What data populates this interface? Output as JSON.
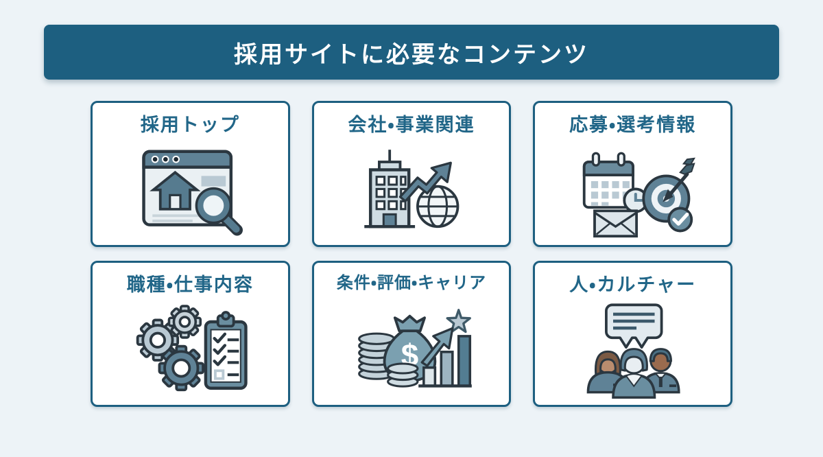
{
  "header": {
    "title": "採用サイトに必要なコンテンツ"
  },
  "cards": [
    {
      "label": "採用トップ",
      "icon": "browser-search-icon"
    },
    {
      "label": "会社・事業関連",
      "icon": "building-globe-growth-icon"
    },
    {
      "label": "応募・選考情報",
      "icon": "calendar-mail-target-icon"
    },
    {
      "label": "職種・仕事内容",
      "icon": "gears-checklist-icon"
    },
    {
      "label": "条件・評価・キャリア",
      "icon": "money-bag-chart-icon"
    },
    {
      "label": "人・カルチャー",
      "icon": "people-chat-icon"
    }
  ],
  "colors": {
    "background": "#edf3f7",
    "primary": "#1d5f80",
    "card-border": "#1d5f80",
    "card-title": "#216688",
    "icon-outline": "#2b3740",
    "icon-slate": "#5f8296",
    "icon-slate-light": "#b9c9d3",
    "icon-pale": "#dfe8ec",
    "skin-tan": "#b98c6e",
    "hair-brown": "#7b5a44",
    "skin-brown": "#9a6b4e"
  }
}
